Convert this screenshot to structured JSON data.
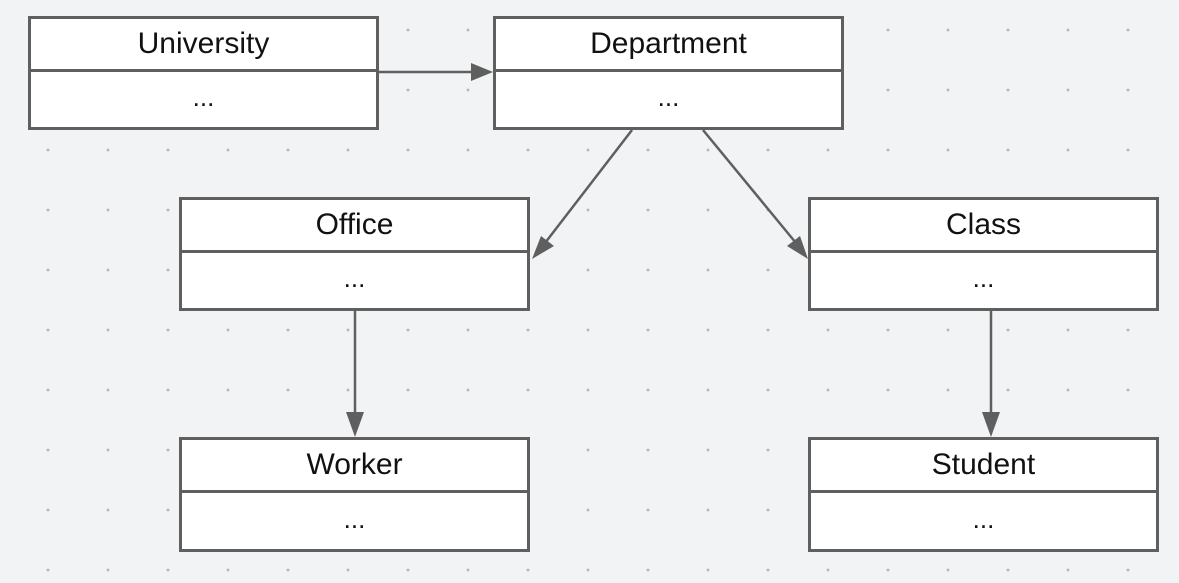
{
  "diagram": {
    "classes": [
      {
        "id": "university",
        "name": "University",
        "body": "..."
      },
      {
        "id": "department",
        "name": "Department",
        "body": "..."
      },
      {
        "id": "office",
        "name": "Office",
        "body": "..."
      },
      {
        "id": "class",
        "name": "Class",
        "body": "..."
      },
      {
        "id": "worker",
        "name": "Worker",
        "body": "..."
      },
      {
        "id": "student",
        "name": "Student",
        "body": "..."
      }
    ],
    "associations": [
      {
        "from": "University",
        "to": "Department"
      },
      {
        "from": "Department",
        "to": "Office"
      },
      {
        "from": "Department",
        "to": "Class"
      },
      {
        "from": "Office",
        "to": "Worker"
      },
      {
        "from": "Class",
        "to": "Student"
      }
    ]
  },
  "colors": {
    "background": "#f2f3f5",
    "grid_dot": "#b4b6ba",
    "border": "#5f5f5f",
    "connector": "#5f5f5f",
    "box_fill": "#ffffff"
  }
}
